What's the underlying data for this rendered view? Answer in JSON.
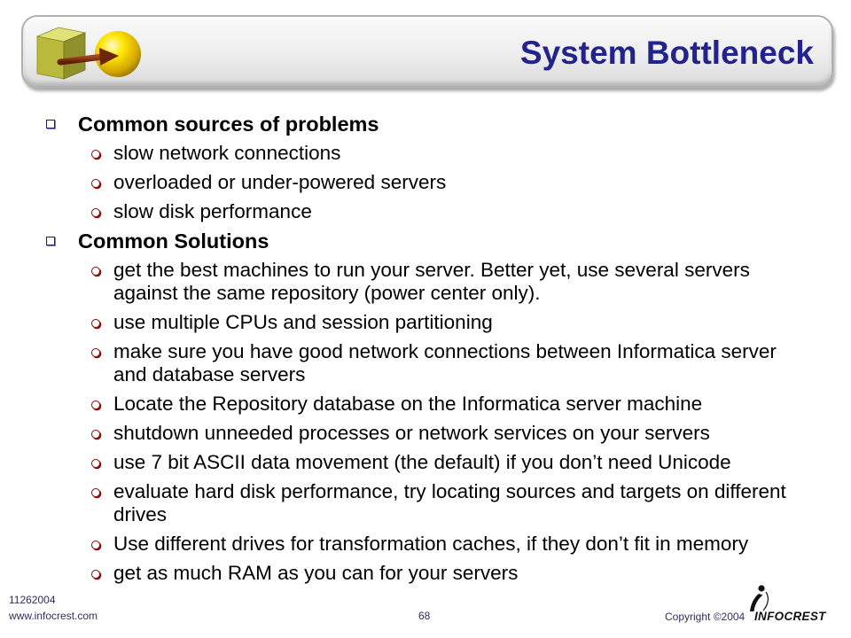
{
  "slide": {
    "title": "System Bottleneck",
    "sections": [
      {
        "heading": "Common sources of problems",
        "items": [
          "slow network connections",
          "overloaded or under-powered servers",
          "slow disk performance"
        ]
      },
      {
        "heading": "Common Solutions",
        "items": [
          "get the best machines to run your server. Better yet, use several servers against the same repository (power center only).",
          "use multiple CPUs and session partitioning",
          "make sure you have good network connections between Informatica server and database servers",
          "Locate the Repository database on the Informatica server machine",
          "shutdown unneeded processes or network services on your servers",
          "use 7 bit ASCII data movement (the default) if you don’t need Unicode",
          "evaluate hard disk performance, try locating sources and targets on different drives",
          "Use different drives for transformation caches, if they don’t fit in memory",
          "get as much RAM as you can for your servers"
        ]
      }
    ]
  },
  "footer": {
    "date_code": "11262004",
    "website": "www.infocrest.com",
    "page_number": "68",
    "copyright": "Copyright ©2004",
    "logo_text": "INFOCREST"
  },
  "icons": {
    "title_logo": "cube-arrow-sphere-logo",
    "level1_bullet": "hollow-square-bullet",
    "level2_bullet": "shadowed-circle-bullet",
    "footer_logo": "infocrest-swoosh-logo"
  },
  "colors": {
    "title": "#23238e",
    "body_text": "#000000",
    "level1_bullet": "#1c1c6b",
    "level2_bullet": "#8b0000",
    "footer_text": "#2e2e5c",
    "logo": "#111111"
  }
}
